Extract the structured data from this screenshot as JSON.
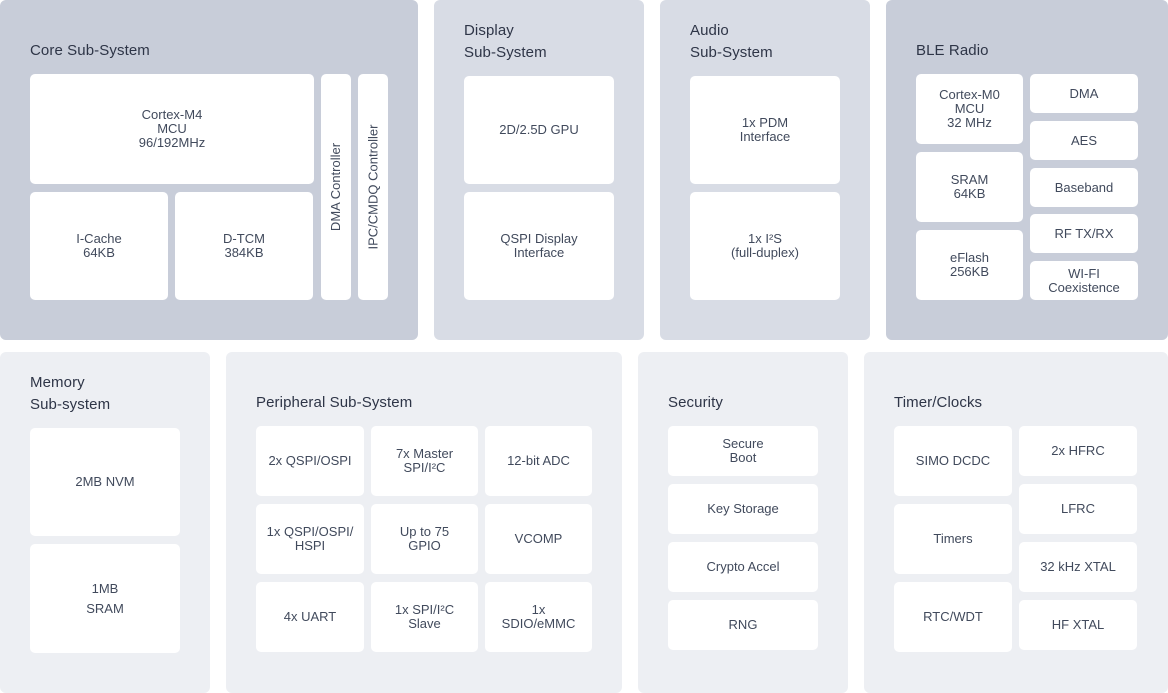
{
  "core": {
    "title": "Core Sub-System",
    "mcu": "Cortex-M4\nMCU\n96/192MHz",
    "icache": "I-Cache\n64KB",
    "dtcm": "D-TCM\n384KB",
    "dma": "DMA Controller",
    "ipc": "IPC/CMDQ Controller"
  },
  "display": {
    "title": "Display\nSub-System",
    "gpu": "2D/2.5D GPU",
    "qspi": "QSPI Display\nInterface"
  },
  "audio": {
    "title": "Audio\nSub-System",
    "pdm": "1x PDM\nInterface",
    "i2s": "1x I²S\n(full-duplex)"
  },
  "ble": {
    "title": "BLE Radio",
    "mcu": "Cortex-M0\nMCU\n32 MHz",
    "sram": "SRAM\n64KB",
    "eflash": "eFlash\n256KB",
    "dma": "DMA",
    "aes": "AES",
    "baseband": "Baseband",
    "rf": "RF TX/RX",
    "wifi": "WI-FI\nCoexistence"
  },
  "memory": {
    "title": "Memory\nSub-system",
    "nvm": "2MB NVM",
    "sram": "1MB\nSRAM"
  },
  "peripheral": {
    "title": "Peripheral Sub-System",
    "items": [
      "2x QSPI/OSPI",
      "7x Master\nSPI/I²C",
      "12-bit ADC",
      "1x QSPI/OSPI/\nHSPI",
      "Up to 75\nGPIO",
      "VCOMP",
      "4x UART",
      "1x SPI/I²C\nSlave",
      "1x\nSDIO/eMMC"
    ]
  },
  "security": {
    "title": "Security",
    "items": [
      "Secure\nBoot",
      "Key Storage",
      "Crypto Accel",
      "RNG"
    ]
  },
  "timers": {
    "title": "Timer/Clocks",
    "left": [
      "SIMO DCDC",
      "Timers",
      "RTC/WDT"
    ],
    "right": [
      "2x HFRC",
      "LFRC",
      "32 kHz XTAL",
      "HF XTAL"
    ]
  },
  "colors": {
    "dark_panel": "#c8cdd9",
    "mid_panel": "#d8dce5",
    "light_panel": "#edeff3",
    "block": "#ffffff",
    "text": "#2e3547"
  }
}
